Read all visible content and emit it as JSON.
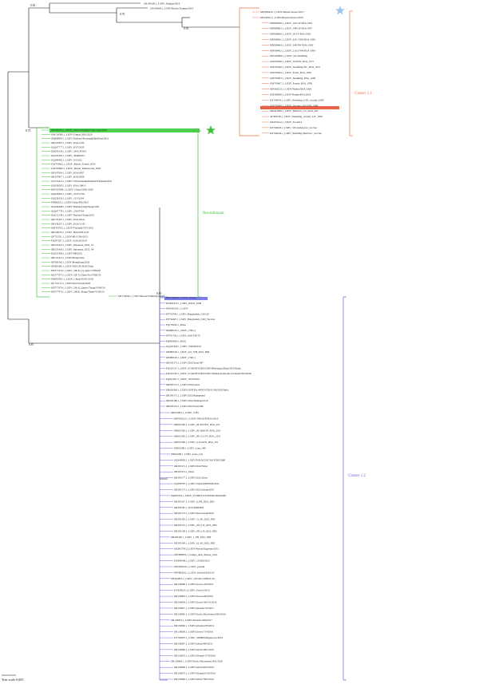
{
  "supports": [
    "0.81",
    "0.76",
    "0.95",
    "0.75",
    "0.87",
    "0.95"
  ],
  "scale_label": "Tree scale 0.005",
  "clusters": [
    {
      "name": "Cluster 1.1",
      "color": "#e8734a"
    },
    {
      "name": "Recombinant",
      "color": "#44c044"
    },
    {
      "name": "Cluster 1.2",
      "color": "#6a6ad8"
    }
  ],
  "highlights": {
    "cluster1_1": "#e8624a",
    "recombinant": "#4ccf4c",
    "cluster1_2": "#7b7bea"
  },
  "star_colors": {
    "blue": "#9ec6ec",
    "green": "#3dbf3d"
  },
  "leaves_top": [
    "GR194108.1_LSDV_Kungan/2018",
    "GR456839.1_LSDV/Russia/Tyumen/2019"
  ],
  "leaves_cluster1_1": [
    "MW656474.1_LSDV/Russia/Saratov/2017",
    "MT630211.1_LSDV/Russia/Saratov/2019",
    "MN938498.1_LSDV_165-GP-RSA-1991",
    "MN938463.1_LSDV_148-GP-RSA-1997",
    "MN938460.1_LSDV_58-LP-RSA-1993",
    "MN938461.1_LSDV_220-1-NW-RSA-1993",
    "MN938464.1_LSDV_248-NW-RSA-1993",
    "MN938462.1_LSDV_210-2-NW-RSA-1993",
    "MW435866.1_LSDV_SA-Neethling",
    "GM795408.1_LSDV_39-KZN_RSA_1977",
    "GM795406.1_LSDV_Neethling-WC_RSA_1957",
    "GM795404.1_LSDV_Potter_RSA_1956",
    "GM795403.1_LSDV_Neethling_RSA_1958",
    "GM795407.1_LSDV_Pouzie_RSA_1959",
    "MW656213.1_LSDV/Nasher/RSA/1964",
    "GM338469.1_LSDV/Nasher/RSA/2018",
    "KX764645.1_LSDV_Neethling_LSD_vaccine_OBP",
    "GM759399.1_LSDV_Vaccine_LW-1959_1988",
    "MK441838.1_LSDV_Herbivac_LS_batch_495",
    "AF409138.1_LSDV_Neethling_vaccine_LW_1959",
    "MG972412.1_LSDV_Evo2014",
    "KX764643.1_LSDV_SIS-Lumpyvax_vaccine",
    "KX764644.1_LSDV_Neethling-Herbivac_vaccine"
  ],
  "leaves_recombinant": [
    "OP508345.1_LSDV_China/Xinjiang/Cattle/Aug-2019",
    "OM156580.1_LSDV/China/GD01/2020",
    "OQ848995.1_LSDV/Thailand/PrachuapKhiriKhan/2021",
    "OR347823.1_LSDV_KSA/1032",
    "OQ267777.1_LSDV_KST/2020",
    "OQ354254.1_LSDV_1962/JPJ/04",
    "OQ333202.1_LSDV_204960/04",
    "OQ394485.1_LSDV_XJ/2022",
    "GM793462.1_LSDV_Russia_Tomsk_2020",
    "GM793909.1_LSDV_Russia_Khabarovsk_2020",
    "OR347834.1_LSDV_KSA/0927",
    "OR347837.1_LSDV_KSA/0929",
    "GN152415.1_LSDV/72/PrachuapKhiriKhan/Thailand/2021",
    "OQ358205.1_LSDV_KSA/19813",
    "MW355944.1_LSDV_China/GD01/2020",
    "OQ258281.1_LSDV_234/5/7/04",
    "OQ258226.1_LSDV_155/32/04",
    "PP986332.1_LSDV/China/HX/2023",
    "OQ249498.1_LSDV/Thailand/AngThong/2021",
    "OQ267778.1_LSDV_139/07/04",
    "OQ511238.1_LSDV/Thailand/Trang/2022",
    "OR735407.1_LSDV_KSA/24/21",
    "OR356237.1_LSDV_KSA/51/43",
    "OM793792.1_LSDV/Thailand/YST/2021",
    "OR328255.1_LSDV_Hebei/HL/2/04",
    "OP752701.1_LSDV/HU/CHA/2021",
    "PQ597207.1_LSDV_KSA/2022/05",
    "OR323413.1_LSDV_Indonesia_2022_S1",
    "OR523418.1_LSDV_Indonesia_2022_S4",
    "OQ555569.1_LSDV/HB/2022",
    "OR747413.1_LSDV/Hong/2022",
    "OP508336.1_LSDV/HongKong/2020",
    "OP665380.1_LSDV/MZ/GD/2020/China",
    "MZ577076.1_LSDV_20L45_Ly-Quoc/VNM/20",
    "MZ577075.1_LSDV_20L70_Dinh-Tra/VNM/20",
    "OM003591.1_LSDV_China/GD/01/2020",
    "OL752713.1_LSDV/Kin/Taiwan/2020",
    "MZ577074.1_LSDV_20L42_Quyet-Thang/VNM/20",
    "MZ577073.1_LSDV_20L81_Bang-Thanh/VNM/20",
    "MT134042.1_LSDV/Russia/Udmurtiya/2019"
  ],
  "leaves_cluster1_2a": [
    "MW732625.1_LSDV_Kenya",
    "KX683219.1_LSDV_KSGP_0240",
    "MW631933.1_LSDV",
    "PP756746.1_LSDV_Bangladesh_LSD-29",
    "PP756497.1_LSDV_Bangladesh_LSD_Vaccine",
    "PQ178245.1_MAG",
    "OP688129.1_LSDV_V395_I",
    "PP791726.1_LSDV_SAUVM-76",
    "PQ043839.1_MAG",
    "OQ197462.1_LSDV_WB/IND/19",
    "OP688128.1_LSDV_221_WB_2019_IND",
    "OP688126.1_LSDV_V392.1",
    "OR393173.1_LSDV/2022/Surat/387",
    "PQ510137.1_LSDV_ICAR/NIVEDI/LSDV/Bhavnagar/Dhari/2023/India",
    "PQ510136.1_LSDV_ICAR/NIVEDI/LSDV/Mithun/Arunachal_Pradesh/2023/India",
    "PQ041027.1_LSDV_19/03/2022",
    "OR393172.1_LSDV/2022/Ganol",
    "OR603000.1_LSDV/CHITRA-40/NIVEDI/ICAR/2020/India",
    "OR393175.1_LSDV/2022/Rajsamand",
    "OR393180.1_LSDV/2022/Jamnagar/S10",
    "OR393176.1_LSDV/2022/Surat/380"
  ],
  "leaves_cluster1_2b": [
    "OR510891.1_LSDV_V281",
    "MW916225.1_LSDV/186-KZN/RSA/2019",
    "OR661584.1_LSDV_28-303-NW_RSA_201",
    "OR661583.1_LSDV_26-2266-FS_RSA_2011",
    "OR661582.1_LSDV_38-1111-FS_RSA_2011",
    "OR661586.1_LSDV_G12-KZN_RSA_201",
    "PP965298.1_LSDV_Lena_490",
    "PP965299.1_LSDV_Lena_Lisi",
    "OQ346983.1_LSDV/IND/2022/ICAR-IVRI/DHR",
    "OR393171.1_LSDV/2022/Nabar",
    "OR397613.1_MAG",
    "OR393177.1_LSDV/2022/Jalore",
    "OQ508787.1_LSDV/VQ/KASHI/IND/2022",
    "OR393173.1_LSDV/2022/Assam/D59",
    "PQ870794.1_LSDV_PVNRTVU/NIVEDI/2024/0048",
    "OR393167.1_LSDV_6_PD_2022_IND",
    "OR393187.1_UNVERIFIED",
    "OR393173.1_LSDV/2022/Assam/D59",
    "OR393183.1_LSDV_51_RJ_2022_IND",
    "OR393151.1_LSDV_204_UP_2022_IND",
    "OR393158.1_LSDV_295_UP_2022_IND",
    "OR393160.1_LSDV_1_PB_2022_IND",
    "OR393149.1_LSDV_32_RJ_2022_IND",
    "MZ003799.2_LSDV/Russia/Dagestan/2015",
    "MW899952.1_Lumpy_skin_disease_virus",
    "KX894508.1_LSDV_155920/2012",
    "MW936456.1_LSDV_perulik",
    "MW802932.1_LSDV_Kubadi/KAZ/19",
    "MT643825.1_LSDV_23/LSD-2/0/BUL/16",
    "OR136868.1_LSDV/Greece/478/2016",
    "KY829023.3_LSDV_Evros/GR/15",
    "OR136843.1_LSDV/Greece/694/2016",
    "OR136839.1_LSDV/Greece/566-10/2016",
    "OR136857.1_LSDV/Albania/793/2017",
    "OR136845.1_LSDV/North_Macedonia/2404/2016",
    "OR136833.1_LSDV/Albania/1066/2017",
    "OR136846.1_LSDV/Albania/479/2016",
    "OR136858.1_LSDV/Greece/714/2016",
    "KY702007.1_LSDV_SERBIA/Bujanovac/2016",
    "OR136847.1_LSDV/Serbia/946/2016",
    "OR136866.1_LSDV/Serbia/5667/2016",
    "OR136855.1_LSDV/Albania/1579/2016",
    "OR136864.1_LSDV/North_Macedonia/1811/2016",
    "OR136848.1_LSDV/Serbia/6052/2016",
    "OR136855.1_LSDV/Albania/6150/2016",
    "OR136849.1_LSDV/Serbia/7965/2016"
  ]
}
